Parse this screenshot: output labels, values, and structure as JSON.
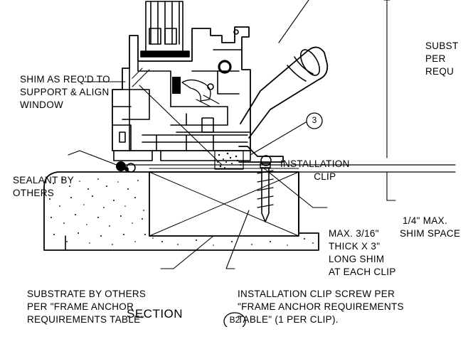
{
  "labels": {
    "subst": [
      "SUBST",
      "PER",
      "REQU"
    ],
    "shim_as_reqd": [
      "SHIM AS REQ'D TO",
      "SUPPORT & ALIGN",
      "WINDOW"
    ],
    "installation_clip_number": "3",
    "installation_clip": [
      "INSTALLATION",
      "CLIP"
    ],
    "sealant": [
      "SEALANT BY",
      "OTHERS"
    ],
    "shim_space": [
      "1/4\" MAX.",
      "SHIM SPACE"
    ],
    "max_shim": [
      "MAX. 3/16\"",
      "THICK X 3\"",
      "LONG SHIM",
      "AT EACH CLIP"
    ],
    "substrate": [
      "SUBSTRATE BY OTHERS",
      "PER \"FRAME ANCHOR",
      "REQUIREMENTS TABLE\""
    ],
    "clip_screw": [
      "INSTALLATION CLIP SCREW PER",
      "\"FRAME ANCHOR REQUIREMENTS",
      "TABLE\" (1 PER CLIP)."
    ],
    "section_title": "SECTION",
    "section_ref": "B2"
  }
}
